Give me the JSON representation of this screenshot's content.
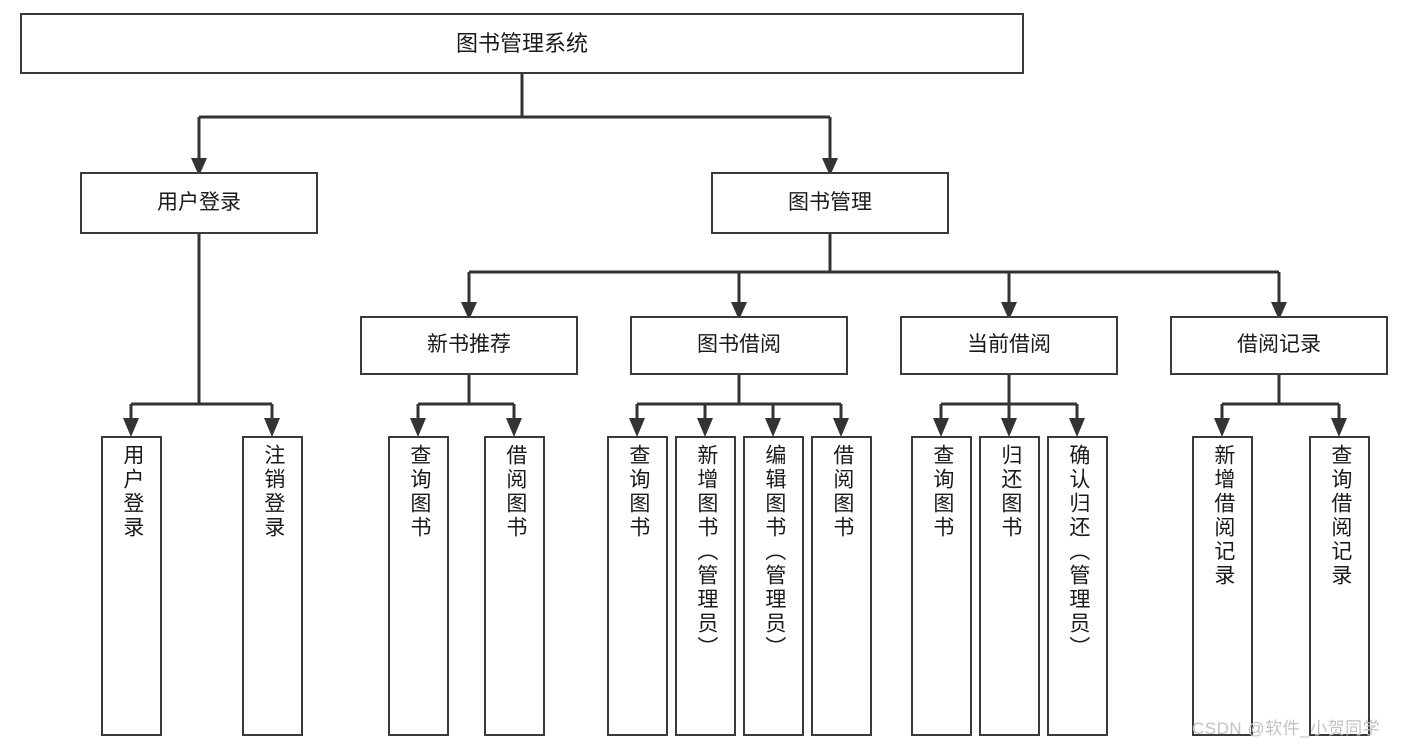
{
  "diagram": {
    "type": "tree",
    "title": "图书管理系统",
    "watermark": "CSDN @软件_小贺同学",
    "colors": {
      "box_border": "#3a3a3a",
      "box_fill": "#ffffff",
      "connector": "#333333",
      "text": "#1a1a1a",
      "watermark": "#c2c2c2",
      "background": "#ffffff"
    },
    "nodes": {
      "root": {
        "label": "图书管理系统"
      },
      "level2": [
        {
          "id": "user-login",
          "label": "用户登录"
        },
        {
          "id": "book-admin",
          "label": "图书管理"
        }
      ],
      "level3": [
        {
          "id": "new-book-rec",
          "label": "新书推荐"
        },
        {
          "id": "book-borrow",
          "label": "图书借阅"
        },
        {
          "id": "current-borrow",
          "label": "当前借阅"
        },
        {
          "id": "borrow-record",
          "label": "借阅记录"
        }
      ],
      "leaves": {
        "user-login": [
          {
            "id": "leaf-user-login",
            "label": "用户登录"
          },
          {
            "id": "leaf-logout",
            "label": "注销登录"
          }
        ],
        "new-book-rec": [
          {
            "id": "leaf-query-book-1",
            "label": "查询图书"
          },
          {
            "id": "leaf-borrow-book-1",
            "label": "借阅图书"
          }
        ],
        "book-borrow": [
          {
            "id": "leaf-query-book-2",
            "label": "查询图书"
          },
          {
            "id": "leaf-add-book",
            "label": "新增图书（管理员）"
          },
          {
            "id": "leaf-edit-book",
            "label": "编辑图书（管理员）"
          },
          {
            "id": "leaf-borrow-book-2",
            "label": "借阅图书"
          }
        ],
        "current-borrow": [
          {
            "id": "leaf-query-book-3",
            "label": "查询图书"
          },
          {
            "id": "leaf-return-book",
            "label": "归还图书"
          },
          {
            "id": "leaf-confirm-return",
            "label": "确认归还（管理员）"
          }
        ],
        "borrow-record": [
          {
            "id": "leaf-add-record",
            "label": "新增借阅记录"
          },
          {
            "id": "leaf-query-record",
            "label": "查询借阅记录"
          }
        ]
      }
    }
  }
}
